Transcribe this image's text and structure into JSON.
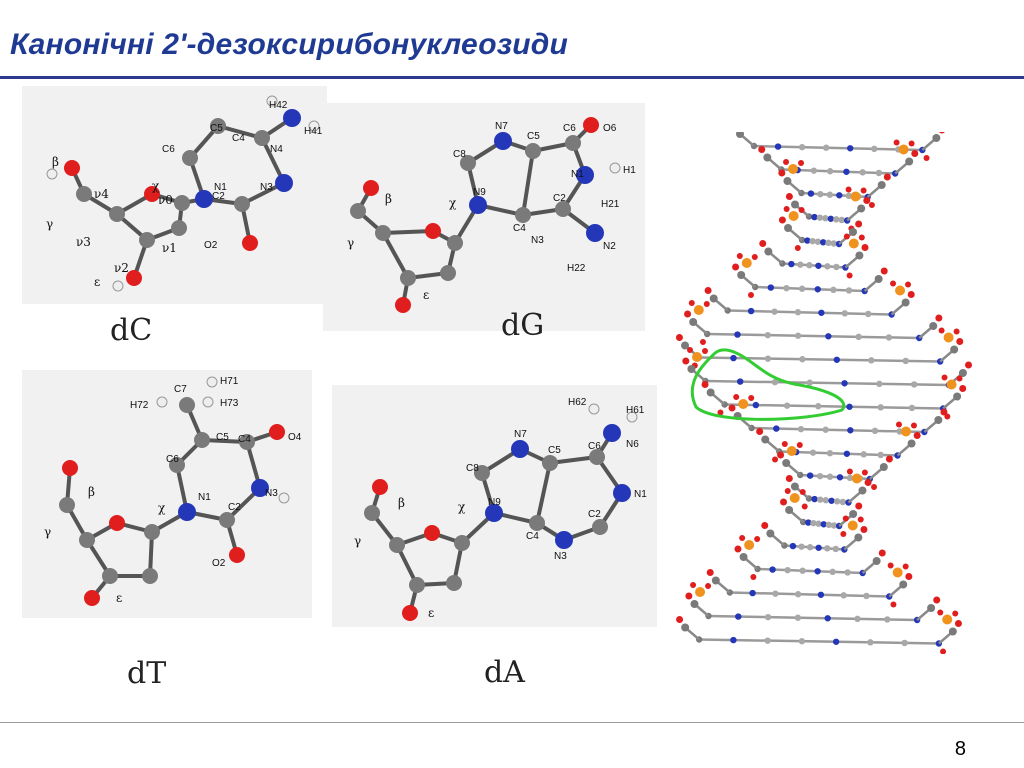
{
  "slide": {
    "title": "Канонічні 2'-дезоксирибонуклеозиди",
    "page_number": "8"
  },
  "molecules": {
    "dC": {
      "name": "dC",
      "atoms": [
        "H42",
        "H41",
        "C5",
        "C4",
        "N4",
        "C6",
        "N1",
        "C2",
        "N3",
        "O2",
        "β",
        "γ",
        "ν4",
        "ν0",
        "χ",
        "ν3",
        "ν2",
        "ν1",
        "ε"
      ]
    },
    "dG": {
      "name": "dG",
      "atoms": [
        "N7",
        "C5",
        "C6",
        "O6",
        "C8",
        "N9",
        "N1",
        "H1",
        "C4",
        "C2",
        "H21",
        "N2",
        "N3",
        "H22",
        "β",
        "γ",
        "χ",
        "ε"
      ]
    },
    "dT": {
      "name": "dT",
      "atoms": [
        "C7",
        "H71",
        "H72",
        "H73",
        "C5",
        "C4",
        "O4",
        "C6",
        "N1",
        "N3",
        "C2",
        "O2",
        "β",
        "γ",
        "χ",
        "ε"
      ]
    },
    "dA": {
      "name": "dA",
      "atoms": [
        "H62",
        "H61",
        "N6",
        "N7",
        "C5",
        "C6",
        "C8",
        "N9",
        "N1",
        "C4",
        "C2",
        "N3",
        "β",
        "γ",
        "χ",
        "ε"
      ]
    }
  },
  "colors": {
    "title": "#1f3a93",
    "rule": "#2b3a8c",
    "carbon": "#7a7a7a",
    "oxygen": "#e01e1e",
    "nitrogen": "#2437b8",
    "hydrogen": "#eeeeee",
    "phosphorus": "#f0921e",
    "highlight": "#33cc33"
  }
}
